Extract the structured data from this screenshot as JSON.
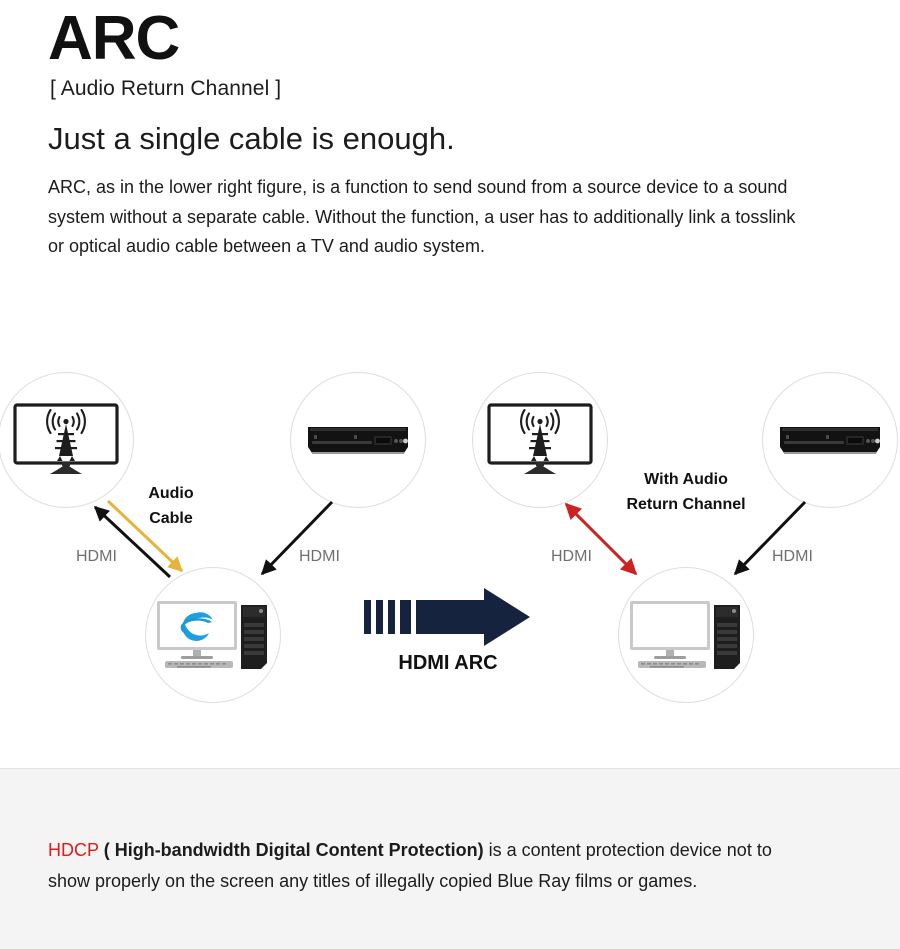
{
  "header": {
    "title": "ARC",
    "subtitle": "[ Audio Return Channel ]",
    "tagline": "Just a single cable is enough.",
    "paragraph": "ARC, as in the lower right figure, is a function to send sound from a source device to a sound system without a separate cable. Without the function, a user has to additionally link a tosslink or optical audio cable between a TV and audio system."
  },
  "diagram": {
    "left_group": {
      "tv_node": "television-with-antenna",
      "player_node": "blu-ray-player",
      "pc_node": "desktop-computer-with-browser",
      "label_audio_cable": "Audio\nCable",
      "label_audio_cable_line1": "Audio",
      "label_audio_cable_line2": "Cable",
      "hdmi_left": "HDMI",
      "hdmi_right": "HDMI"
    },
    "right_group": {
      "tv_node": "television-with-antenna",
      "player_node": "blu-ray-player",
      "pc_node": "desktop-computer",
      "label_arc_line1": "With Audio",
      "label_arc_line2": "Return Channel",
      "hdmi_left": "HDMI",
      "hdmi_right": "HDMI"
    },
    "center_arrow": {
      "caption": "HDMI ARC",
      "icon": "hdmi-arc-arrow"
    },
    "colors": {
      "audio_cable_arrow": "#E8B33A",
      "hdmi_arrow": "#111111",
      "arc_arrow": "#CC2222",
      "hdmi_arc_arrow": "#16233f",
      "circle_outline": "#dedede"
    }
  },
  "hdcp": {
    "acronym": "HDCP",
    "expansion": "( High-bandwidth Digital Content Protection)",
    "rest": " is a content protection device not to show properly on the screen any titles of illegally copied Blue Ray films or games.",
    "accent_color": "#e01b1b"
  }
}
